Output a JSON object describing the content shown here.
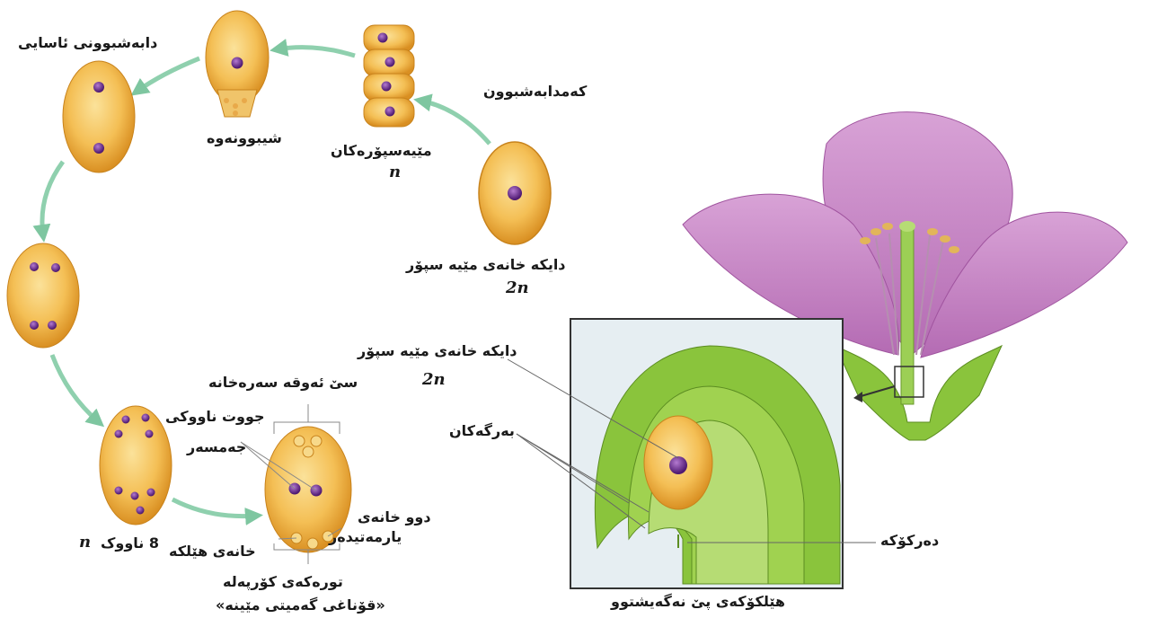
{
  "labels": {
    "abnormal_division": "دابەشبوونی ئاسایی",
    "meiosis": "کەمدابەشبوون",
    "degeneration": "شیبوونەوە",
    "megaspores": "مێیەسپۆرەکان",
    "megaspores_ploidy": "n",
    "mother_cell": "دایکە خانەی مێیە سپۆر",
    "mother_cell_ploidy": "2n",
    "mother_cell_inset": "دایکە خانەی مێیە سپۆر",
    "mother_cell_inset_ploidy": "2n",
    "antipodal": "سێ ئەوقە سەرەخانە",
    "polar_nuclei": "جووت ناووکی",
    "central": "جەمسەر",
    "integuments": "بەرگەکان",
    "synergids_line1": "دوو خانەی",
    "synergids_line2": "یارمەتیدەر",
    "egg_cell": "خانەی هێلکە",
    "eight_nuclei": "8 ناووک",
    "eight_nuclei_ploidy": "n",
    "embryo_sac_line1": "تورەکەی کۆرپەلە",
    "embryo_sac_line2": "«قۆناغی گەمیتی مێینە»",
    "micropyle": "دەرکۆکە",
    "ovule_caption": "هێلکۆکەی پێ نەگەیشتوو"
  },
  "icons": {
    "flower": "flower-illustration",
    "ovule": "ovule-cross-section",
    "cycle_arrow": "green-arrow"
  },
  "colors": {
    "cell_fill": "#f2b84a",
    "cell_edge": "#d08a1c",
    "nucleus": "#6a2a8c",
    "arrow": "#7ec6a0",
    "petal": "#c98ac7",
    "ovule_green": "#8ac43c"
  }
}
